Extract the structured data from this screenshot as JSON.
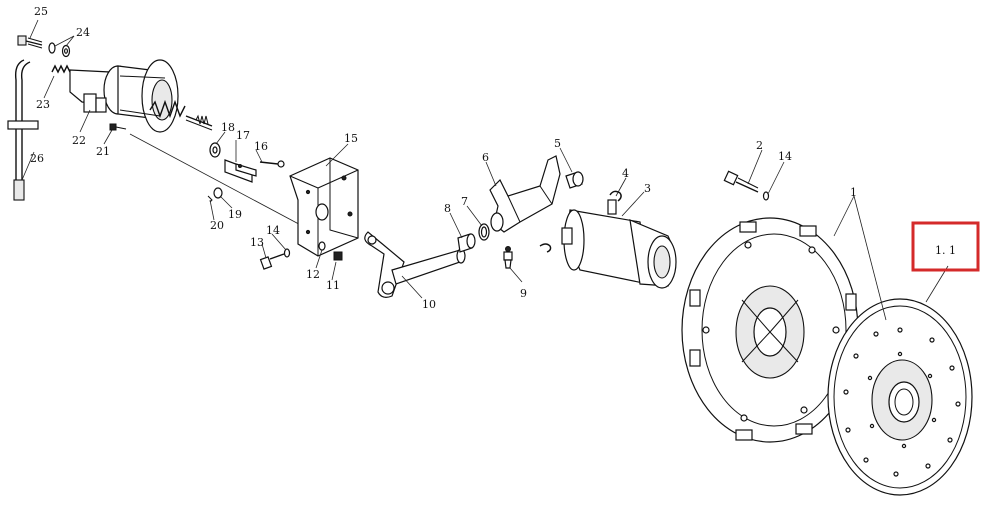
{
  "diagram": {
    "callouts": {
      "c1": "1",
      "c1_1": "1. 1",
      "c2": "2",
      "c3": "3",
      "c4": "4",
      "c5": "5",
      "c6": "6",
      "c7": "7",
      "c8": "8",
      "c9": "9",
      "c10": "10",
      "c11": "11",
      "c12": "12",
      "c13": "13",
      "c14a": "14",
      "c14b": "14",
      "c15": "15",
      "c16": "16",
      "c17": "17",
      "c18": "18",
      "c19": "19",
      "c20": "20",
      "c21": "21",
      "c22": "22",
      "c23": "23",
      "c24": "24",
      "c25": "25",
      "c26": "26"
    },
    "highlight": {
      "target": "1. 1",
      "color": "#d42a2a"
    }
  }
}
